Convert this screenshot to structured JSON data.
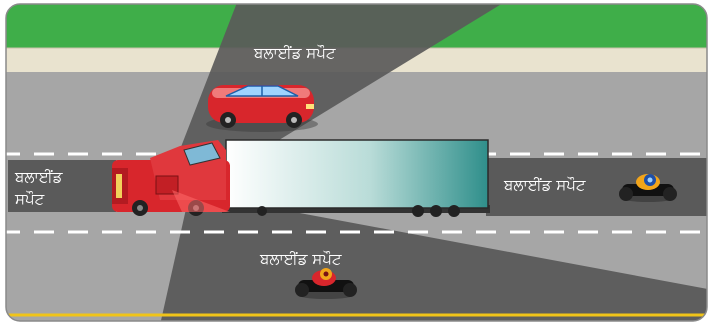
{
  "labels": {
    "top": "ਬਲਾਈਂਡ ਸਪੌਟ",
    "left_line1": "ਬਲਾਈਂਡ",
    "left_line2": "ਸਪੌਟ",
    "right": "ਬਲਾਈਂਡ ਸਪੌਟ",
    "bottom": "ਬਲਾਈਂਡ ਸਪੌਟ"
  },
  "colors": {
    "grass": "#3fae49",
    "sidewalk": "#e9e3cf",
    "road": "#a6a6a6",
    "blind_spot": "#5a5a5a",
    "lane_marking": "#ffffff",
    "edge_line": "#f0c419",
    "truck_cab": "#d8262c",
    "trailer_light": "#ffffff",
    "trailer_dark": "#2f8f8b",
    "car": "#d8262c",
    "motorcycle": "#d8262c"
  }
}
